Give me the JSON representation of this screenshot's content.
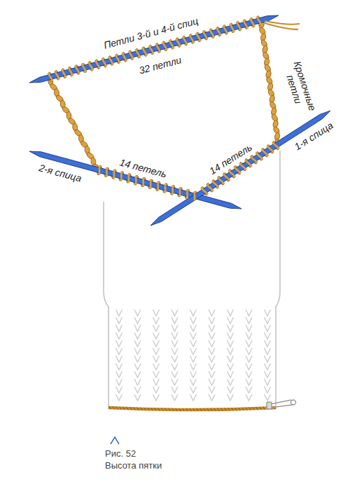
{
  "diagram": {
    "caption": "Рис. 52 Высота пятки",
    "labels": [
      "Петли 3-й и 4-й спиц",
      "32 петли",
      "Кромочные петли",
      "14 петель",
      "14 петель",
      "2-я спица",
      "1-я спица"
    ]
  }
}
